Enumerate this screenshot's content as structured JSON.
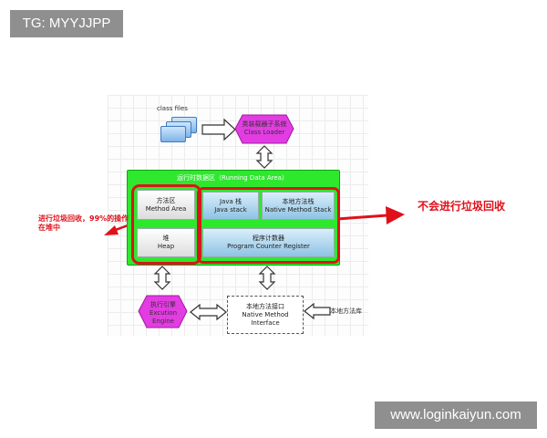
{
  "watermark_top": "TG: MYYJJPP",
  "watermark_bottom": "www.loginkaiyun.com",
  "diagram": {
    "class_files": "class files",
    "class_loader": {
      "cn": "类装载器子系统",
      "en": "Class Loader"
    },
    "runtime_area": "运行时数据区（Running Data Area）",
    "method_area": {
      "cn": "方法区",
      "en": "Method Area"
    },
    "java_stack": {
      "cn": "Java 栈",
      "en": "Java stack"
    },
    "native_stack": {
      "cn": "本地方法栈",
      "en": "Native Method Stack"
    },
    "heap": {
      "cn": "堆",
      "en": "Heap"
    },
    "pc_register": {
      "cn": "程序计数器",
      "en": "Program Counter Register"
    },
    "engine": {
      "cn": "执行引擎",
      "en1": "Excution",
      "en2": "Engine"
    },
    "native_interface": {
      "cn": "本地方法接口",
      "en1": "Native Method",
      "en2": "Interface"
    },
    "native_library": "本地方法库",
    "left_annotation": {
      "line1": "进行垃圾回收，99%的操作",
      "line2": "在堆中"
    },
    "right_annotation": "不会进行垃圾回收"
  },
  "colors": {
    "magenta": "#e23ce2",
    "green": "#2ee82e",
    "red": "#e0101a",
    "blue_box": "#8ec3e4"
  }
}
